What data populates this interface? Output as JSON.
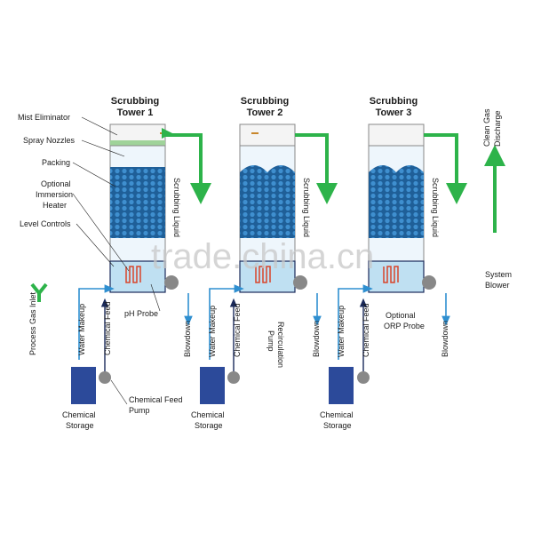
{
  "towers": [
    {
      "title_line1": "Scrubbing",
      "title_line2": "Tower 1",
      "liquid_label": "Scrubbing Liquid",
      "probe_label": "pH Probe",
      "storage_line1": "Chemical",
      "storage_line2": "Storage",
      "water_label": "Water Makeup",
      "feed_label": "Chemical Feed",
      "blowdown_label": "Blowdown"
    },
    {
      "title_line1": "Scrubbing",
      "title_line2": "Tower 2",
      "liquid_label": "Scrubbing Liquid",
      "pump_line1": "Recirculation",
      "pump_line2": "Pump",
      "storage_line1": "Chemical",
      "storage_line2": "Storage",
      "water_label": "Water Makeup",
      "feed_label": "Chemical Feed",
      "blowdown_label": "Blowdown"
    },
    {
      "title_line1": "Scrubbing",
      "title_line2": "Tower 3",
      "liquid_label": "Scrubbing Liquid",
      "probe_line1": "Optional",
      "probe_line2": "ORP Probe",
      "storage_line1": "Chemical",
      "storage_line2": "Storage",
      "water_label": "Water Makeup",
      "feed_label": "Chemical Feed",
      "blowdown_label": "Blowdown"
    }
  ],
  "left_labels": {
    "mist_eliminator": "Mist Eliminator",
    "spray_nozzles": "Spray Nozzles",
    "packing": "Packing",
    "heater_line1": "Optional",
    "heater_line2": "Immersion",
    "heater_line3": "Heater",
    "level_controls": "Level Controls"
  },
  "process_gas_inlet": "Process Gas Inlet",
  "chemical_feed_pump_line1": "Chemical Feed",
  "chemical_feed_pump_line2": "Pump",
  "clean_gas_discharge_line1": "Clean Gas",
  "clean_gas_discharge_line2": "Discharge",
  "system_blower_line1": "System",
  "system_blower_line2": "Blower",
  "watermark": "trade.china.cn",
  "colors": {
    "gas_flow": "#2db34a",
    "liquid": "#2f8fd0",
    "packing": "#2a6fa8",
    "storage": "#2c4a9a"
  }
}
